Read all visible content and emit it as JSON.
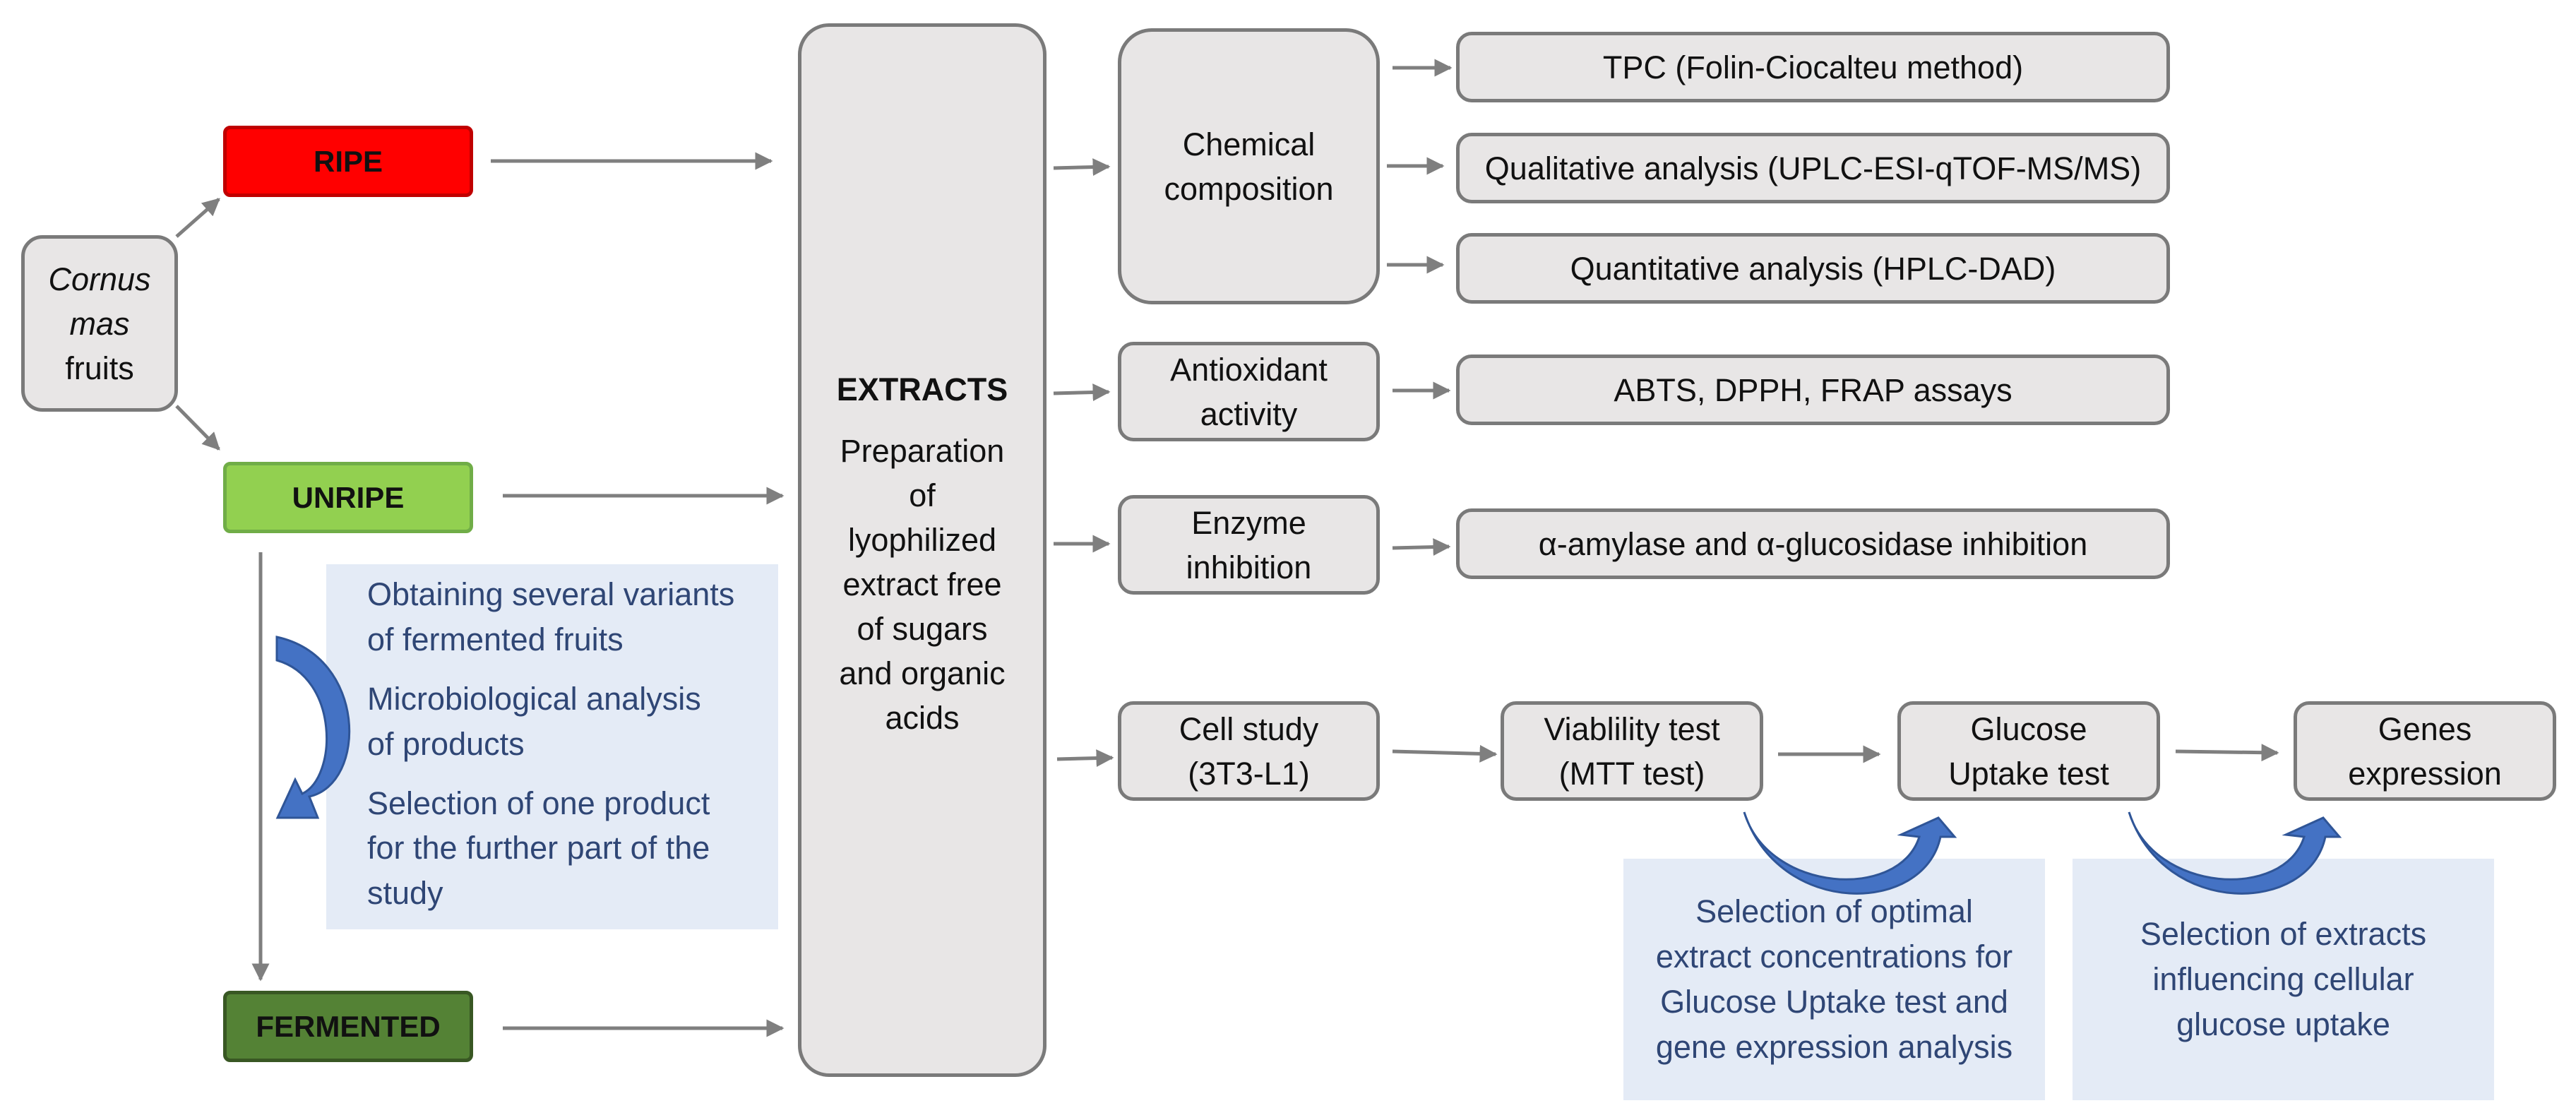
{
  "source": {
    "line1": "Cornus",
    "line2": "mas",
    "line3": "fruits"
  },
  "stages": {
    "ripe": "RIPE",
    "unripe": "UNRIPE",
    "fermented": "FERMENTED"
  },
  "colors": {
    "ripe_fill": "#ff0000",
    "ripe_border": "#c00000",
    "unripe_fill": "#92d050",
    "unripe_border": "#70ad47",
    "fermented_fill": "#548235",
    "fermented_border": "#385723",
    "box_fill": "#e8e6e6",
    "box_border": "#7a7a7a",
    "note_fill": "#e4ebf6",
    "note_text": "#2f4675",
    "curved_arrow": "#4472c4",
    "connector": "#7f7f7f"
  },
  "fermentation_notes": [
    "Obtaining several variants\nof fermented fruits",
    "Microbiological analysis\nof products",
    "Selection of one product\nfor the further part of the\nstudy"
  ],
  "extracts": {
    "title": "EXTRACTS",
    "description": "Preparation\nof\nlyophilized\nextract free\nof sugars\nand organic\nacids"
  },
  "analyses": {
    "chemical": "Chemical\ncomposition",
    "antioxidant": "Antioxidant\nactivity",
    "enzyme": "Enzyme\ninhibition",
    "cell": "Cell study\n(3T3-L1)"
  },
  "methods": {
    "tpc": "TPC (Folin-Ciocalteu method)",
    "qualitative": "Qualitative analysis (UPLC-ESI-qTOF-MS/MS)",
    "quantitative": "Quantitative analysis (HPLC-DAD)",
    "antioxidant_assays": "ABTS, DPPH, FRAP assays",
    "enzyme_assays": "α-amylase and α-glucosidase inhibition"
  },
  "cell_steps": {
    "viability": "Viablility test\n(MTT test)",
    "glucose": "Glucose\nUptake test",
    "genes": "Genes\nexpression"
  },
  "selection_notes": {
    "concentrations": "Selection of optimal\nextract concentrations for\nGlucose Uptake test and\ngene expression analysis",
    "extracts": "Selection of extracts\ninfluencing cellular\nglucose uptake"
  }
}
